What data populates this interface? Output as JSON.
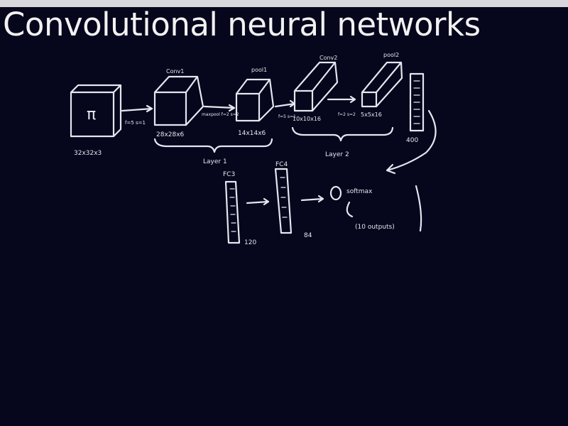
{
  "slide": {
    "title": "Convolutional neural networks",
    "background_color": "#06061c",
    "ink_color": "#e6e6f0"
  },
  "diagram": {
    "input": {
      "glyph": "π",
      "size": "32x32x3"
    },
    "step1": {
      "params": "f=5 s=1"
    },
    "conv1": {
      "name": "Conv1",
      "size": "28x28x6"
    },
    "step2": {
      "params": "maxpool f=2 s=2"
    },
    "pool1": {
      "name": "pool1",
      "size": "14x14x6"
    },
    "layer1": "Layer 1",
    "step3": {
      "params": "f=5 s=1"
    },
    "conv2": {
      "name": "Conv2",
      "size": "10x10x16"
    },
    "step4": {
      "params": "f=2 s=2"
    },
    "pool2": {
      "name": "pool2",
      "size": "5x5x16"
    },
    "layer2": "Layer 2",
    "flatten": {
      "size": "400"
    },
    "fc3": {
      "name": "FC3",
      "size": "120"
    },
    "fc4": {
      "name": "FC4",
      "size": "84"
    },
    "softmax": {
      "name": "softmax",
      "outputs": "(10 outputs)"
    }
  }
}
